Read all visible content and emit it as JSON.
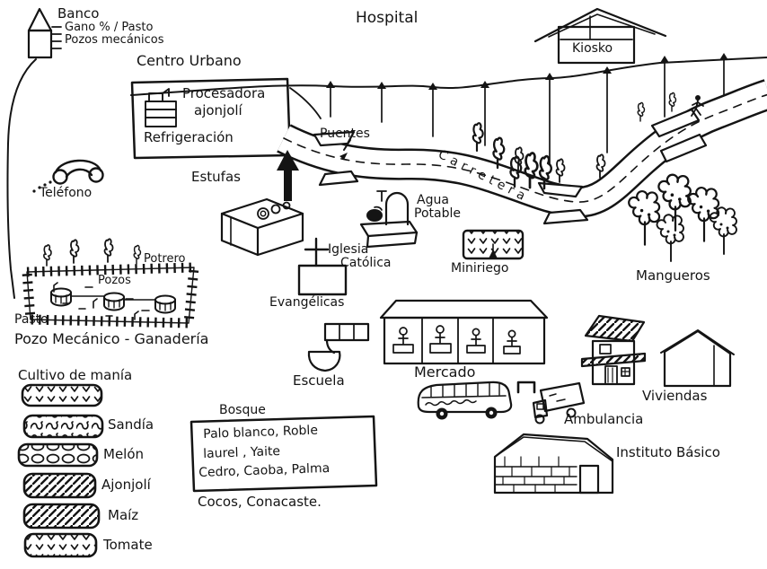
{
  "canvas": {
    "paper": "#ffffff",
    "ink": "#141414"
  },
  "map_type": "hand-drawn community resource map",
  "places": {
    "banco": {
      "label": "Banco",
      "note1": "Gano % / Pasto",
      "note2": "Pozos mecánicos"
    },
    "hospital": {
      "label": "Hospital"
    },
    "kiosko": {
      "label": "Kiosko"
    },
    "centro_urbano": {
      "title": "Centro Urbano",
      "procesadora_line1": "Procesadora",
      "procesadora_line2": "ajonjolí",
      "refrigeracion": "Refrigeración"
    },
    "road": {
      "carretera": "Carretera",
      "puentes": "Puentes"
    },
    "estufas": {
      "label": "Estufas"
    },
    "telefono": {
      "label": "Teléfono"
    },
    "potrero": {
      "label": "Potrero",
      "pozos": "Pozos",
      "pasto": "Pasto",
      "pozo_mecanico": "Pozo Mecánico - Ganadería"
    },
    "iglesias": {
      "catolica_line1": "Iglesia",
      "catolica_line2": "Católica",
      "evangelicas": "Evangélicas"
    },
    "agua_potable": {
      "line1": "Agua",
      "line2": "Potable"
    },
    "miniriego": {
      "label": "Miniriego"
    },
    "mangueros": {
      "label": "Mangueros"
    },
    "escuela": {
      "label": "Escuela"
    },
    "mercado": {
      "label": "Mercado"
    },
    "ambulancia": {
      "label": "Ambulancia"
    },
    "viviendas": {
      "label": "Viviendas"
    },
    "instituto_basico": {
      "label": "Instituto Básico"
    },
    "bosque": {
      "title": "Bosque",
      "line1": "Palo blanco, Roble",
      "line2": "laurel , Yaite",
      "line3": "Cedro, Caoba, Palma",
      "footer": "Cocos, Conacaste."
    }
  },
  "legend": {
    "title": "Cultivo de manía",
    "title_pattern": "v-sprouts",
    "items": [
      {
        "label": "Sandía",
        "pattern": "wavy-loops"
      },
      {
        "label": "Melón",
        "pattern": "oval-chain"
      },
      {
        "label": "Ajonjolí",
        "pattern": "diagonal-hatch"
      },
      {
        "label": "Maíz",
        "pattern": "diagonal-hatch"
      },
      {
        "label": "Tomate",
        "pattern": "v-sprouts"
      }
    ]
  },
  "icons": [
    "silo-tower-icon",
    "power-line-icon",
    "kiosk-building-icon",
    "sesame-processor-icon",
    "road-icon",
    "bridge-icon",
    "stove-icon",
    "up-arrow-icon",
    "telephone-handset-icon",
    "fenced-pasture-icon",
    "well-cylinder-icon",
    "church-cross-icon",
    "water-well-icon",
    "irrigation-plot-icon",
    "mango-trees-icon",
    "school-flag-icon",
    "market-building-icon",
    "bus-icon",
    "ambulance-truck-icon",
    "house-icon",
    "brick-school-icon",
    "tree-icon",
    "person-icon"
  ]
}
